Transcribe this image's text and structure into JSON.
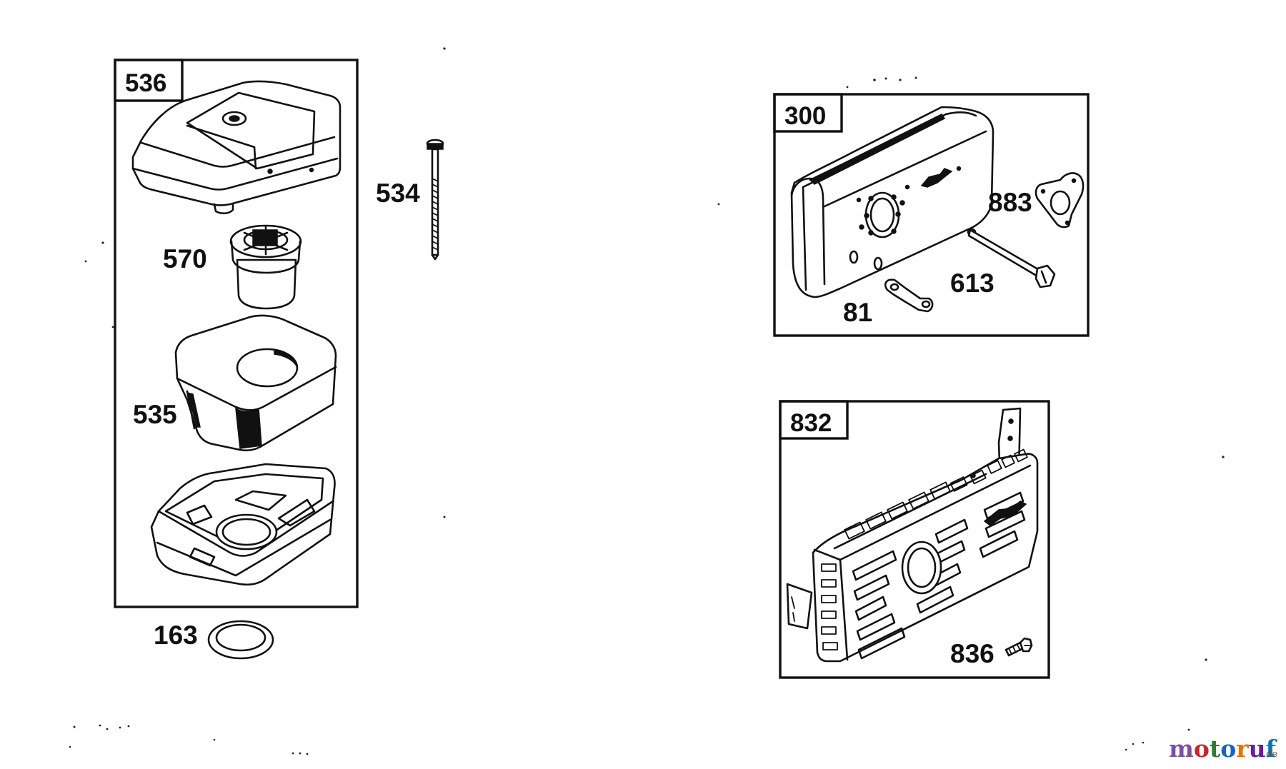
{
  "parts": {
    "p536": "536",
    "p570": "570",
    "p535": "535",
    "p163": "163",
    "p534": "534",
    "p300": "300",
    "p883": "883",
    "p613": "613",
    "p81": "81",
    "p832": "832",
    "p836": "836"
  },
  "watermark": {
    "brand_parts": [
      "m",
      "o",
      "t",
      "o",
      "r",
      "u",
      "f"
    ],
    "brand_colors": [
      "#7b4fa0",
      "#c62828",
      "#2e7d32",
      "#1565c0",
      "#ef6c00",
      "#6a1b9a",
      "#0277bd"
    ],
    "suffix": ".de"
  }
}
